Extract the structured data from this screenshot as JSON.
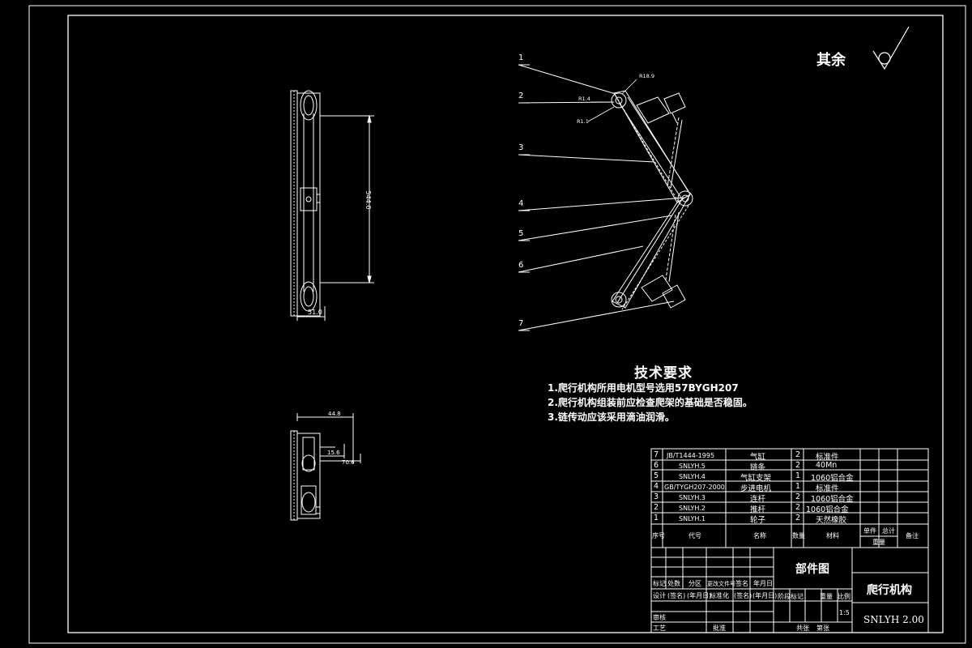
{
  "roughness": {
    "text": "其余"
  },
  "dimensions": {
    "height": "544.0",
    "width_front": "51.0",
    "side_a": "44.8",
    "side_b": "15.6",
    "side_c": "70.6",
    "r1": "R18.9",
    "r2": "R1.4",
    "r3": "R1.1"
  },
  "balloons": [
    "1",
    "2",
    "3",
    "4",
    "5",
    "6",
    "7"
  ],
  "requirements": {
    "title": "技术要求",
    "items": [
      "1.爬行机构所用电机型号选用57BYGH207",
      "2.爬行机构组装前应检查爬架的基础是否稳固。",
      "3.链传动应该采用滴油润滑。"
    ]
  },
  "bom": {
    "rows": [
      {
        "no": "7",
        "code": "JB/T1444-1995",
        "name": "气缸",
        "qty": "2",
        "material": "标准件"
      },
      {
        "no": "6",
        "code": "SNLYH.5",
        "name": "链条",
        "qty": "2",
        "material": "40Mn"
      },
      {
        "no": "5",
        "code": "SNLYH.4",
        "name": "气缸支架",
        "qty": "1",
        "material": "1060铝合金"
      },
      {
        "no": "4",
        "code": "GB/TYGH207-2000",
        "name": "步进电机",
        "qty": "1",
        "material": "标准件"
      },
      {
        "no": "3",
        "code": "SNLYH.3",
        "name": "连杆",
        "qty": "2",
        "material": "1060铝合金"
      },
      {
        "no": "2",
        "code": "SNLYH.2",
        "name": "推杆",
        "qty": "2",
        "material": "1060铝合金"
      },
      {
        "no": "1",
        "code": "SNLYH.1",
        "name": "轮子",
        "qty": "2",
        "material": "天然橡胶"
      }
    ],
    "header": {
      "no": "序号",
      "code": "代号",
      "name": "名称",
      "qty": "数量",
      "material": "材料",
      "single": "单件",
      "total": "总计",
      "weight": "重量",
      "remark": "备注"
    }
  },
  "title_block": {
    "drawing_type": "部件图",
    "part_name": "爬行机构",
    "drawing_no": "SNLYH 2.00",
    "scale": "1:5",
    "labels": {
      "mark": "标记",
      "count": "处数",
      "zone": "分区",
      "change_no": "更改文件号",
      "signature": "签名",
      "date": "年月日",
      "design": "设计",
      "sign_date": "(签名)",
      "ymd": "(年月日)",
      "standardize": "标准化",
      "stage_mark": "阶段标记",
      "weight": "重量",
      "ratio": "比例",
      "review": "审核",
      "process": "工艺",
      "approve": "批准",
      "sheets_total": "共张",
      "sheet_no": "第张"
    }
  }
}
